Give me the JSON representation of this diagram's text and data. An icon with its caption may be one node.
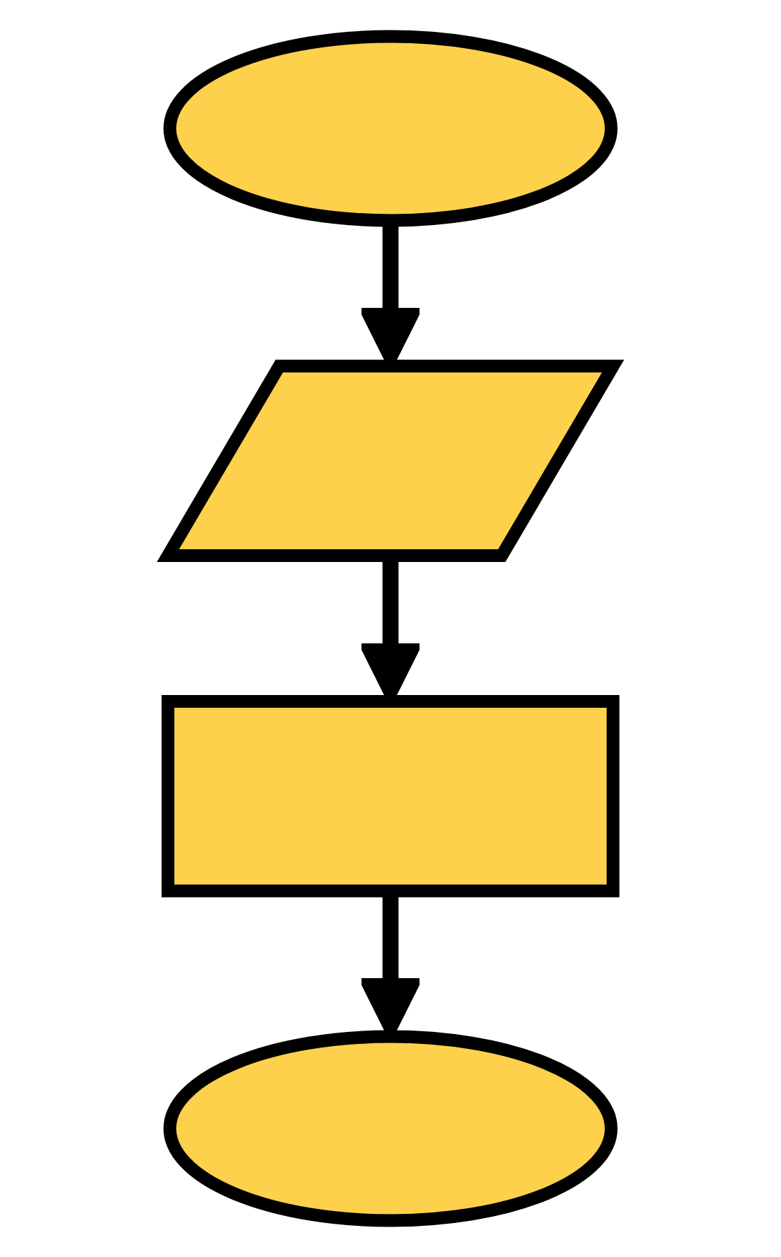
{
  "diagram": {
    "nodes": [
      {
        "text": [],
        "shape": "ellipse"
      },
      {
        "text": [],
        "shape": "parallelogram"
      },
      {
        "text": [],
        "shape": "box"
      },
      {
        "text": [],
        "shape": "ellipse"
      }
    ],
    "edges": [
      {
        "from": 0,
        "to": 1,
        "arrow": "to"
      },
      {
        "from": 1,
        "to": 2,
        "arrow": "to"
      },
      {
        "from": 2,
        "to": 3,
        "arrow": "to"
      }
    ]
  }
}
